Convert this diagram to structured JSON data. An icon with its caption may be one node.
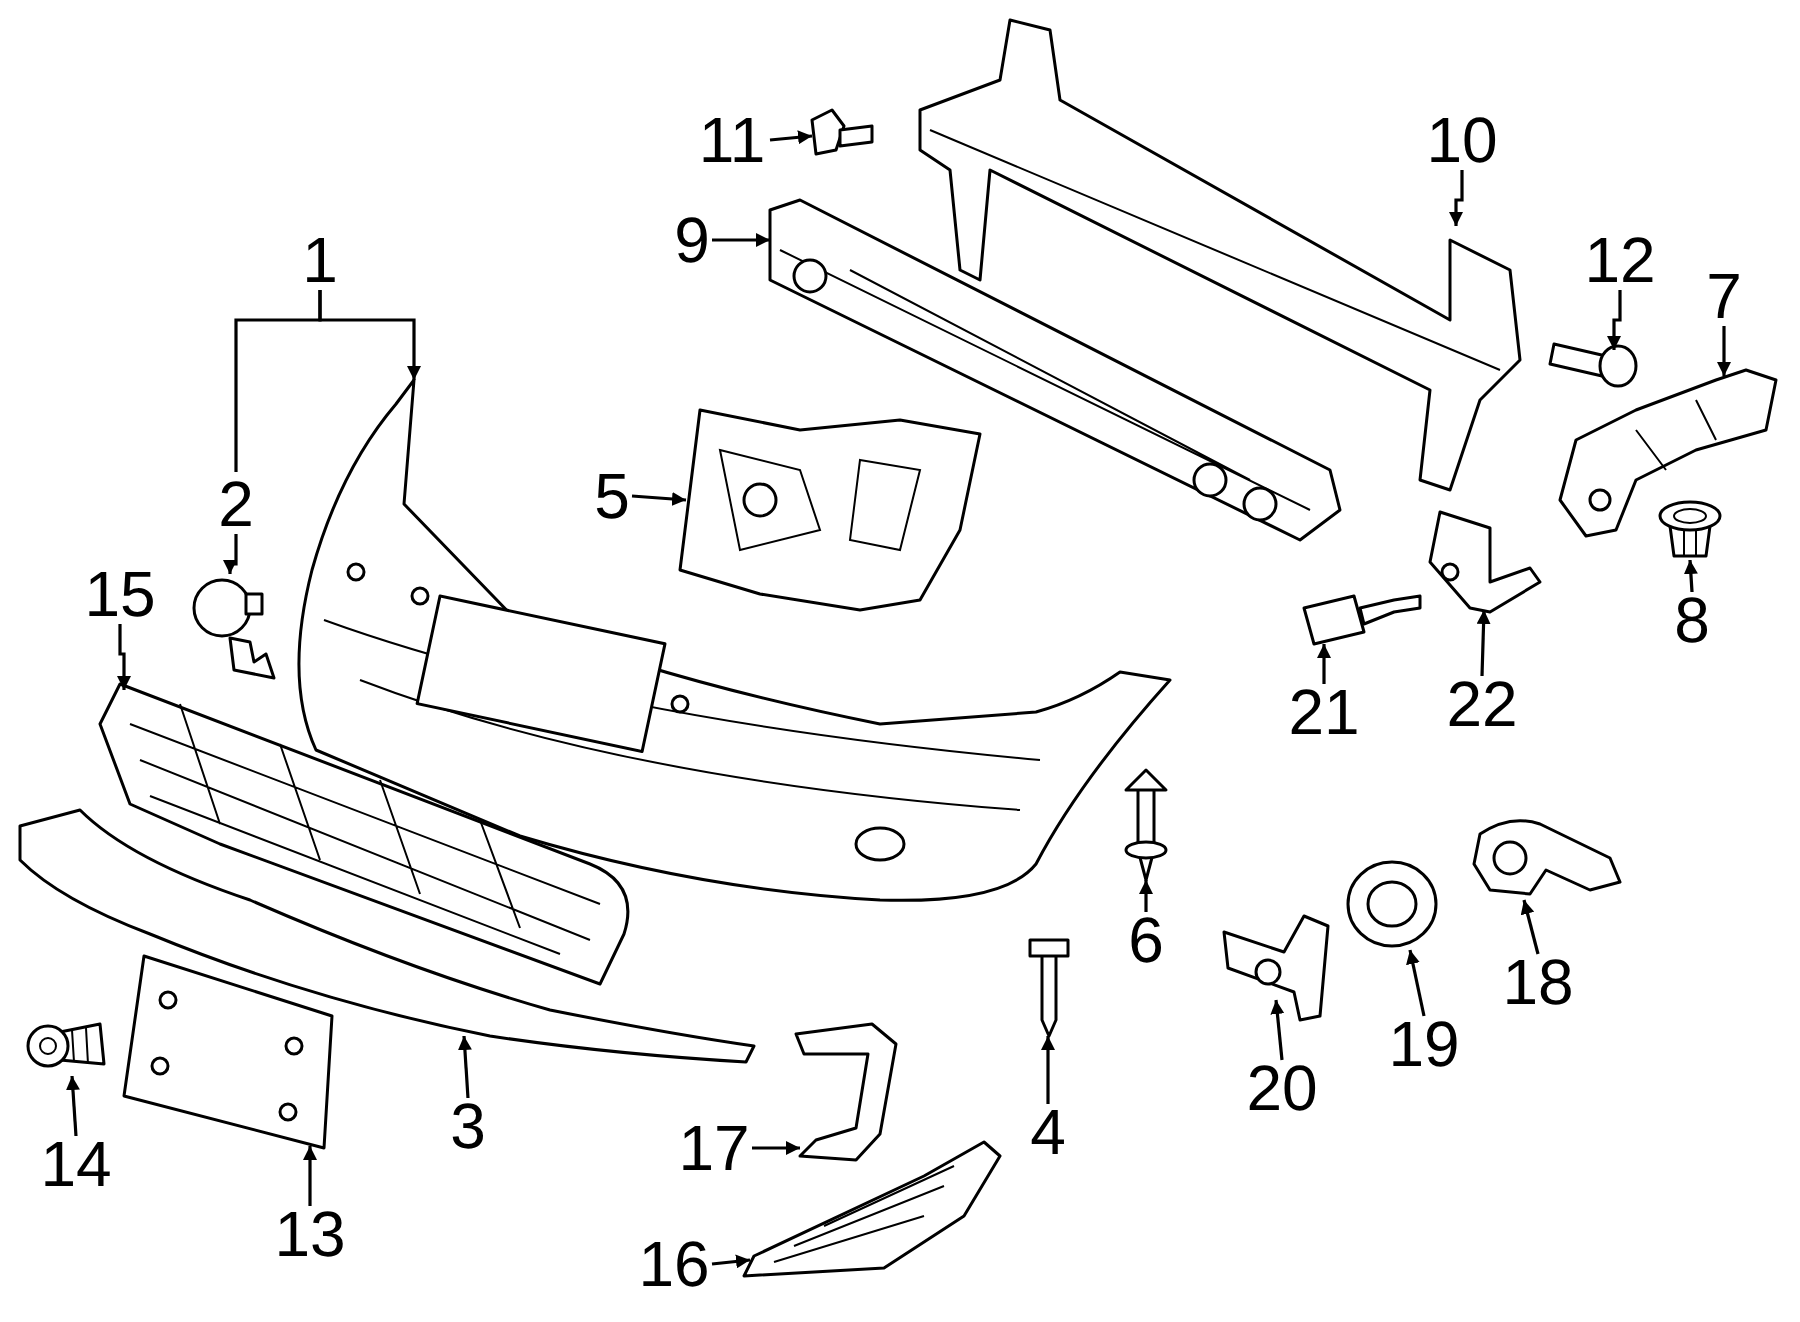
{
  "diagram": {
    "nodes": [
      {
        "text": [
          "1"
        ]
      },
      {
        "text": [
          "2"
        ]
      },
      {
        "text": [
          "3"
        ]
      },
      {
        "text": [
          "4"
        ]
      },
      {
        "text": [
          "5"
        ]
      },
      {
        "text": [
          "6"
        ]
      },
      {
        "text": [
          "7"
        ]
      },
      {
        "text": [
          "8"
        ]
      },
      {
        "text": [
          "9"
        ]
      },
      {
        "text": [
          "10"
        ]
      },
      {
        "text": [
          "11"
        ]
      },
      {
        "text": [
          "12"
        ]
      },
      {
        "text": [
          "13"
        ]
      },
      {
        "text": [
          "14"
        ]
      },
      {
        "text": [
          "15"
        ]
      },
      {
        "text": [
          "16"
        ]
      },
      {
        "text": [
          "17"
        ]
      },
      {
        "text": [
          "18"
        ]
      },
      {
        "text": [
          "19"
        ]
      },
      {
        "text": [
          "20"
        ]
      },
      {
        "text": [
          "21"
        ]
      },
      {
        "text": [
          "22"
        ]
      },
      {
        "text": [],
        "shape": "picture"
      },
      {
        "text": [],
        "shape": "picture"
      },
      {
        "text": [],
        "shape": "picture"
      },
      {
        "text": [],
        "shape": "picture"
      },
      {
        "text": [],
        "shape": "picture"
      },
      {
        "text": [],
        "shape": "picture"
      },
      {
        "text": [],
        "shape": "picture"
      },
      {
        "text": [],
        "shape": "picture"
      },
      {
        "text": [],
        "shape": "picture"
      },
      {
        "text": [],
        "shape": "picture"
      },
      {
        "text": [],
        "shape": "picture"
      },
      {
        "text": [],
        "shape": "picture"
      },
      {
        "text": [],
        "shape": "picture"
      },
      {
        "text": [],
        "shape": "picture"
      },
      {
        "text": [],
        "shape": "picture"
      },
      {
        "text": [],
        "shape": "picture"
      },
      {
        "text": [],
        "shape": "picture"
      },
      {
        "text": [],
        "shape": "picture"
      },
      {
        "text": [],
        "shape": "picture"
      },
      {
        "text": [],
        "shape": "picture"
      },
      {
        "text": [],
        "shape": "picture"
      },
      {
        "text": [],
        "shape": "picture"
      }
    ],
    "edges": [
      {
        "from": 0,
        "to": 22,
        "arrow": "to"
      },
      {
        "from": 0,
        "to": 1,
        "arrow": "none"
      },
      {
        "from": 1,
        "to": 23,
        "arrow": "to"
      },
      {
        "from": 2,
        "to": 24,
        "arrow": "to"
      },
      {
        "from": 3,
        "to": 25,
        "arrow": "to"
      },
      {
        "from": 4,
        "to": 26,
        "arrow": "to"
      },
      {
        "from": 5,
        "to": 27,
        "arrow": "to"
      },
      {
        "from": 6,
        "to": 28,
        "arrow": "to"
      },
      {
        "from": 7,
        "to": 29,
        "arrow": "to"
      },
      {
        "from": 8,
        "to": 30,
        "arrow": "to"
      },
      {
        "from": 9,
        "to": 31,
        "arrow": "to"
      },
      {
        "from": 10,
        "to": 32,
        "arrow": "to"
      },
      {
        "from": 11,
        "to": 33,
        "arrow": "to"
      },
      {
        "from": 12,
        "to": 34,
        "arrow": "to"
      },
      {
        "from": 13,
        "to": 35,
        "arrow": "to"
      },
      {
        "from": 14,
        "to": 36,
        "arrow": "to"
      },
      {
        "from": 15,
        "to": 37,
        "arrow": "to"
      },
      {
        "from": 16,
        "to": 38,
        "arrow": "to"
      },
      {
        "from": 17,
        "to": 39,
        "arrow": "to"
      },
      {
        "from": 18,
        "to": 40,
        "arrow": "to"
      },
      {
        "from": 19,
        "to": 41,
        "arrow": "to"
      },
      {
        "from": 20,
        "to": 42,
        "arrow": "to"
      },
      {
        "from": 21,
        "to": 43,
        "arrow": "to"
      }
    ]
  }
}
